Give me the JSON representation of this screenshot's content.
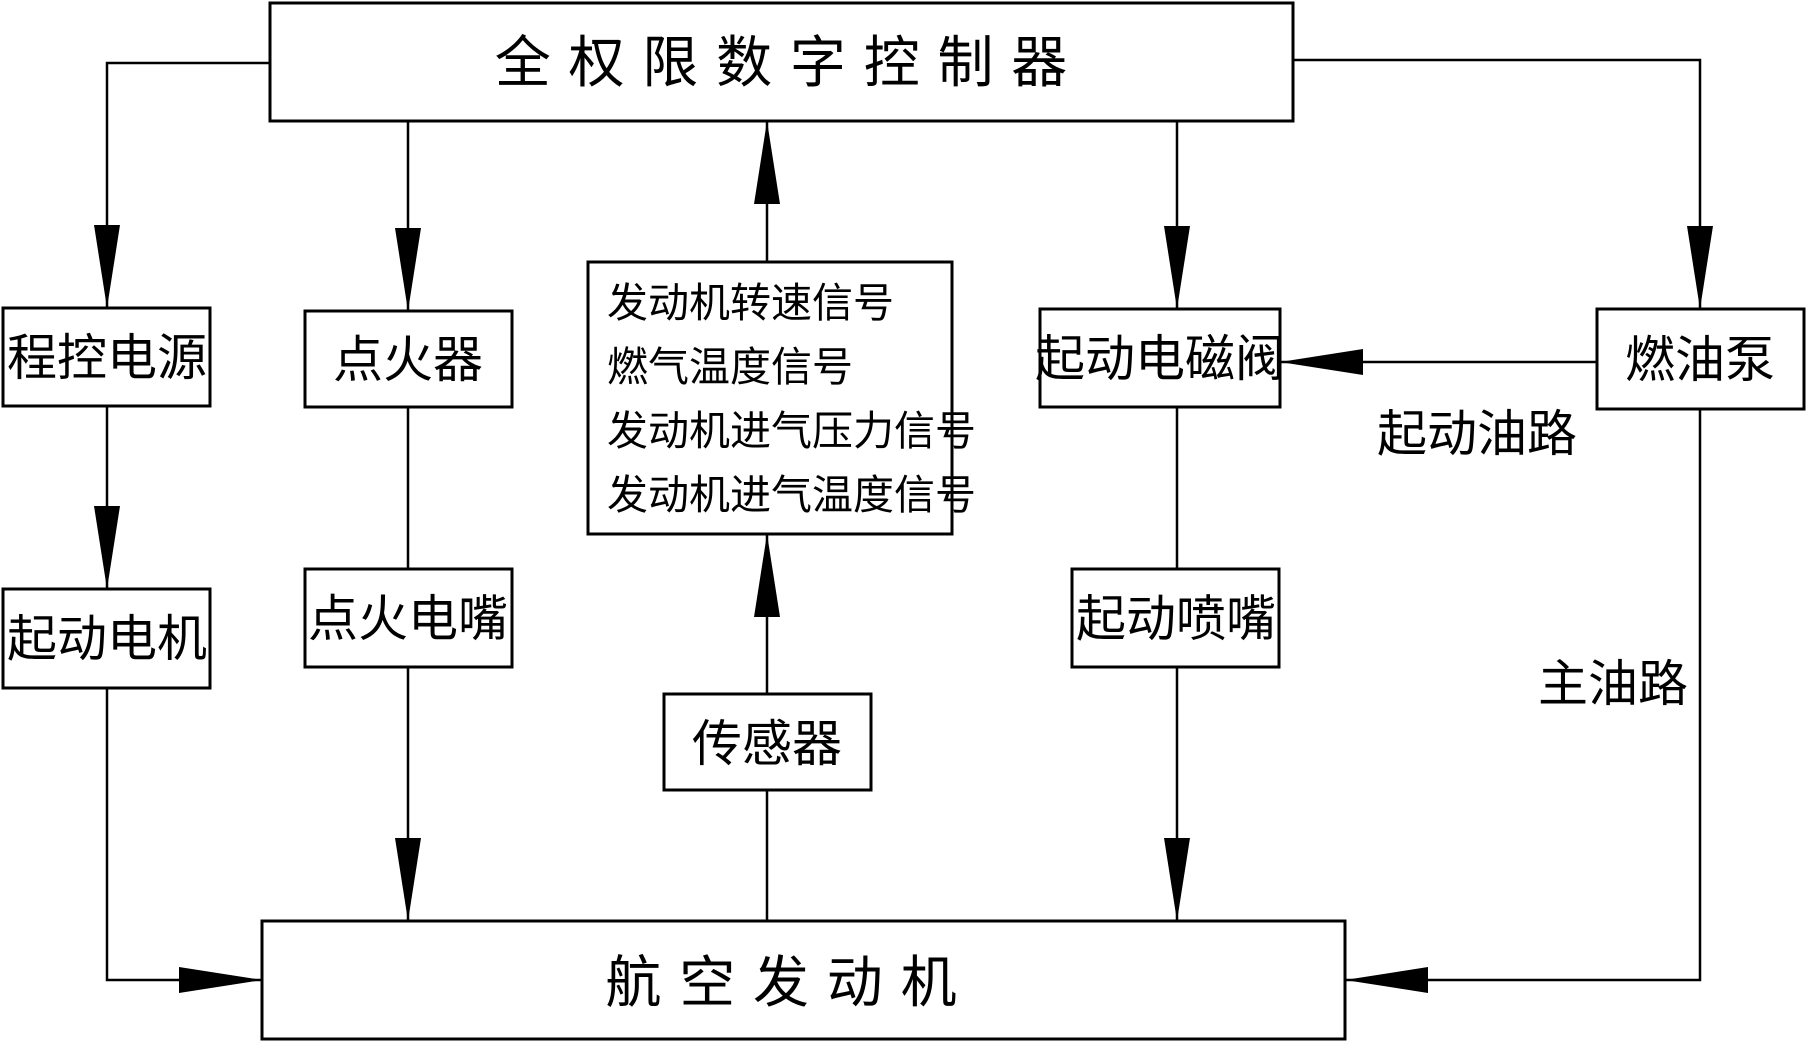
{
  "nodes": {
    "controller": "全 权 限 数 字 控 制 器",
    "power_supply": "程控电源",
    "igniter": "点火器",
    "signals": [
      "发动机转速信号",
      "燃气温度信号",
      "发动机进气压力信号",
      "发动机进气温度信号"
    ],
    "start_solenoid_valve": "起动电磁阀",
    "fuel_pump": "燃油泵",
    "starter_motor": "起动电机",
    "spark_plug": "点火电嘴",
    "start_nozzle": "起动喷嘴",
    "sensor": "传感器",
    "engine": "航 空 发 动 机"
  },
  "edge_labels": {
    "start_fuel_line": "起动油路",
    "main_fuel_line": "主油路"
  },
  "colors": {
    "stroke": "#000000",
    "background": "#ffffff"
  }
}
